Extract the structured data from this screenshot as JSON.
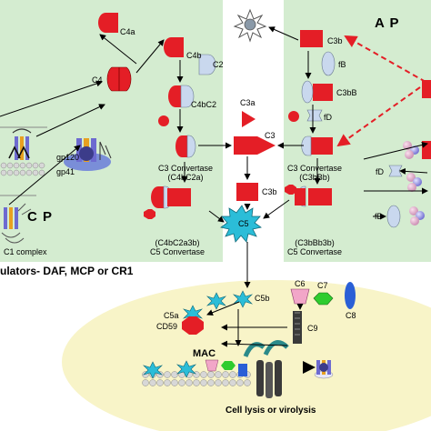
{
  "panels": {
    "cp_title": "C P",
    "ap_title": "A P"
  },
  "labels": {
    "c4a": "C4a",
    "c4b": "C4b",
    "c4": "C4",
    "c2": "C2",
    "c4bc2": "C4bC2",
    "c3a": "C3a",
    "c3": "C3",
    "c3b_top": "C3b",
    "fb": "fB",
    "c3bb": "C3bB",
    "fd_upper": "fD",
    "fd_lower": "fD",
    "fb_lower": "fB",
    "gp120": "gp120",
    "gp41": "gp41",
    "c1_complex": "C1 complex",
    "cp_conv_line1": "C3 Convertase",
    "cp_conv_line2": "(C4bC2a)",
    "ap_conv_line1": "C3 Convertase",
    "ap_conv_line2": "(C3bBb)",
    "c3b_mid": "C3b",
    "c5": "C5",
    "c5cp_line1": "(C4bC2a3b)",
    "c5cp_line2": "C5 Convertase",
    "c5ap_line1": "(C3bBb3b)",
    "c5ap_line2": "C5 Convertase",
    "regulators": "ulators- DAF, MCP or CR1",
    "c5b": "C5b",
    "c5a": "C5a",
    "c6": "C6",
    "c7": "C7",
    "c8": "C8",
    "c9": "C9",
    "cd59": "CD59",
    "mac": "MAC",
    "lysis": "Cell lysis or virolysis"
  },
  "colors": {
    "complement_red": "#e41e26",
    "cp_panel": "#d4ecd0",
    "ap_panel": "#d4ecd0",
    "mac_panel": "#f8f4c8",
    "c5_cyan": "#2bbdd8",
    "factor_blue": "#c9d8ee",
    "c6_pink": "#f2a6c8",
    "c7_green": "#2ecc2e",
    "c8_blue": "#2a5fd6",
    "c9_dark": "#3a3a3a",
    "membrane_blue": "#7a8ed8",
    "ap_arrow": "#e41e26"
  },
  "icons": [
    "virus-icon",
    "hiv-envelope-icon",
    "c1-complex-icon",
    "mac-pore-icon"
  ]
}
